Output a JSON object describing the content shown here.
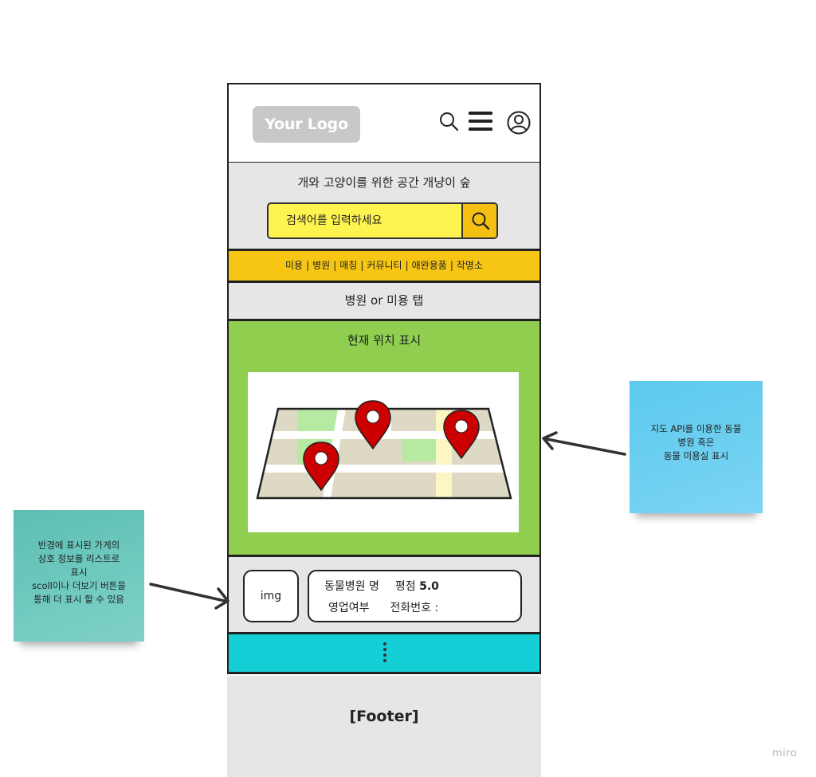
{
  "header": {
    "logo_text": "Your Logo",
    "icons": [
      "search-icon",
      "menu-icon",
      "user-icon"
    ]
  },
  "search": {
    "tagline": "개와 고양이를 위한 공간 개냥이 숲",
    "placeholder": "검색어를 입력하세요",
    "button_icon": "search-icon"
  },
  "nav": {
    "items": [
      "미용",
      "병원",
      "매칭",
      "커뮤니티",
      "애완용품",
      "작명소"
    ],
    "separator": "|"
  },
  "tab": {
    "label": "병원 or 미용 탭"
  },
  "map": {
    "title": "현재 위치 표시",
    "pins": 3
  },
  "list": {
    "thumb_label": "img",
    "name_label": "동물병원 명",
    "rating_label": "평점",
    "rating_value": "5.0",
    "open_label": "영업여부",
    "phone_label": "전화번호 :"
  },
  "more": {
    "icon": "vertical-ellipsis-icon"
  },
  "footer": {
    "label": "[Footer]"
  },
  "notes": {
    "map_note": {
      "lines": [
        "지도 API를 이용한 동물",
        "병원 혹은",
        "동물 미용실 표시"
      ]
    },
    "list_note": {
      "lines": [
        "반경에 표시된 가게의",
        "상호 정보를 리스트로",
        "표시",
        "scoll이나 더보기 버튼을",
        "통해 더 표시 할 수 있음"
      ]
    }
  },
  "watermark": "miro",
  "colors": {
    "header_bg": "#ffffff",
    "section_gray": "#e6e6e6",
    "search_yellow": "#fff44f",
    "nav_yellow": "#f7c614",
    "map_green": "#8fce4f",
    "more_cyan": "#14cfd6",
    "pin_red": "#cc0000",
    "note_blue": "#6fd0f2",
    "note_teal": "#6cc8be"
  }
}
